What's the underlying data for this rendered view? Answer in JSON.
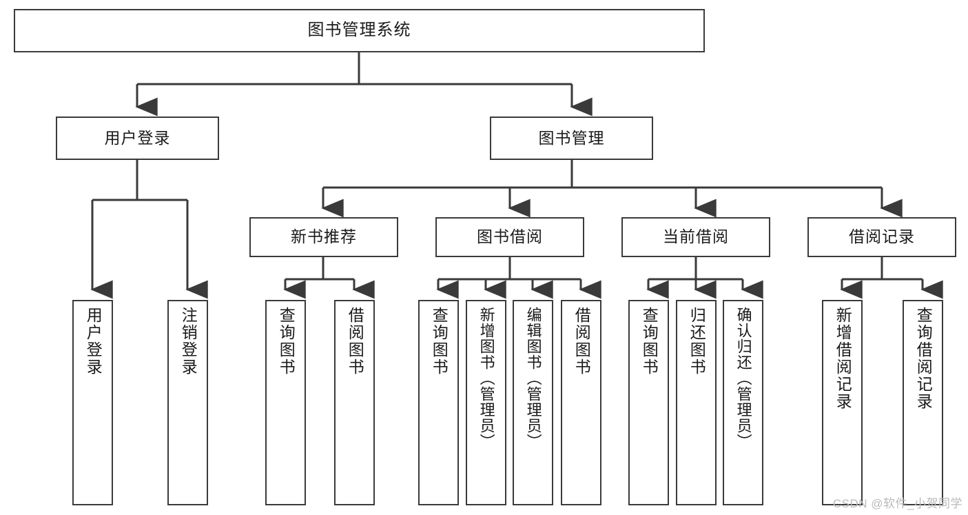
{
  "diagram": {
    "type": "tree",
    "title_text": "图书管理系统",
    "watermark": "CSDN @软件_小贺同学",
    "colors": {
      "box_border": "#3a3a3a",
      "box_fill": "#ffffff",
      "edge": "#3a3a3a",
      "text": "#1a1a1a",
      "watermark": "#b9b9b9"
    },
    "nodes": {
      "root": {
        "label": "图书管理系统",
        "level": 1
      },
      "l2": [
        {
          "id": "user-login",
          "label": "用户登录"
        },
        {
          "id": "book-manage",
          "label": "图书管理"
        }
      ],
      "l3": [
        {
          "id": "new-book-recommend",
          "label": "新书推荐"
        },
        {
          "id": "book-borrow",
          "label": "图书借阅"
        },
        {
          "id": "current-borrow",
          "label": "当前借阅"
        },
        {
          "id": "borrow-record",
          "label": "借阅记录"
        }
      ],
      "leaves": {
        "user_login": [
          {
            "id": "leaf-user-login",
            "label": "用户登录"
          },
          {
            "id": "leaf-logout-login",
            "label": "注销登录"
          }
        ],
        "new_book_recommend": [
          {
            "id": "leaf-query-book-1",
            "label": "查询图书"
          },
          {
            "id": "leaf-borrow-book-1",
            "label": "借阅图书"
          }
        ],
        "book_borrow": [
          {
            "id": "leaf-query-book-2",
            "label": "查询图书"
          },
          {
            "id": "leaf-add-book",
            "label": "新增图书（管理员）"
          },
          {
            "id": "leaf-edit-book",
            "label": "编辑图书（管理员）"
          },
          {
            "id": "leaf-borrow-book-2",
            "label": "借阅图书"
          }
        ],
        "current_borrow": [
          {
            "id": "leaf-query-book-3",
            "label": "查询图书"
          },
          {
            "id": "leaf-return-book",
            "label": "归还图书"
          },
          {
            "id": "leaf-confirm-return",
            "label": "确认归还（管理员）"
          }
        ],
        "borrow_record": [
          {
            "id": "leaf-add-record",
            "label": "新增借阅记录"
          },
          {
            "id": "leaf-query-record",
            "label": "查询借阅记录"
          }
        ]
      }
    }
  }
}
